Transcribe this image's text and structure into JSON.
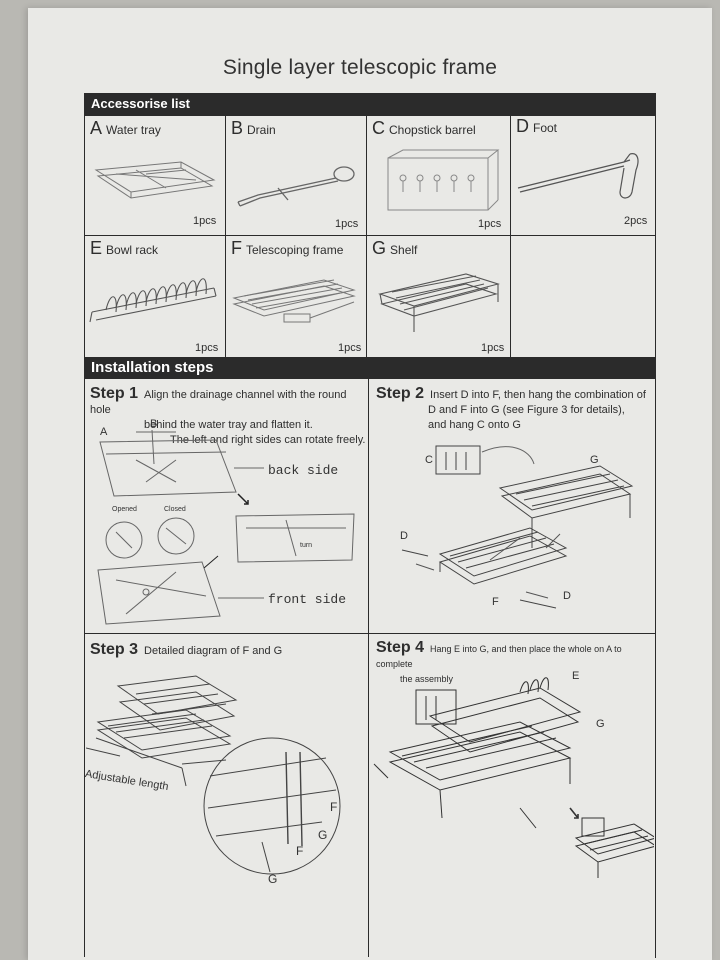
{
  "title": "Single layer telescopic frame",
  "accessories_header": "Accessorise list",
  "installation_header": "Installation steps",
  "accessories": [
    {
      "letter": "A",
      "name": "Water tray",
      "qty": "1pcs"
    },
    {
      "letter": "B",
      "name": "Drain",
      "qty": "1pcs"
    },
    {
      "letter": "C",
      "name": "Chopstick barrel",
      "qty": "1pcs"
    },
    {
      "letter": "D",
      "name": "Foot",
      "qty": "2pcs"
    },
    {
      "letter": "E",
      "name": "Bowl rack",
      "qty": "1pcs"
    },
    {
      "letter": "F",
      "name": "Telescoping frame",
      "qty": "1pcs"
    },
    {
      "letter": "G",
      "name": "Shelf",
      "qty": "1pcs"
    }
  ],
  "steps": [
    {
      "label": "Step 1",
      "text": [
        "Align the drainage channel with the round hole",
        "behind the water tray and flatten it.",
        "The left and right sides can rotate freely."
      ]
    },
    {
      "label": "Step 2",
      "text": [
        "Insert D into F, then hang the combination of",
        "D and F into G (see Figure 3 for details),",
        "and hang C onto G"
      ]
    },
    {
      "label": "Step 3",
      "text": [
        "Detailed diagram of F and G"
      ]
    },
    {
      "label": "Step 4",
      "text": [
        "Hang E into G, and then place the whole on A to complete",
        "the assembly"
      ]
    }
  ],
  "step1_labels": {
    "a": "A",
    "b": "B",
    "back": "back side",
    "front": "front side",
    "opened": "Opened",
    "closed": "Closed",
    "turn": "turn"
  },
  "step2_labels": {
    "c": "C",
    "g": "G",
    "d1": "D",
    "d2": "D",
    "f": "F"
  },
  "step3_labels": {
    "adjustable": "Adjustable length",
    "f1": "F",
    "f2": "F",
    "g1": "G",
    "g2": "G"
  },
  "step4_labels": {
    "e": "E",
    "g": "G"
  }
}
